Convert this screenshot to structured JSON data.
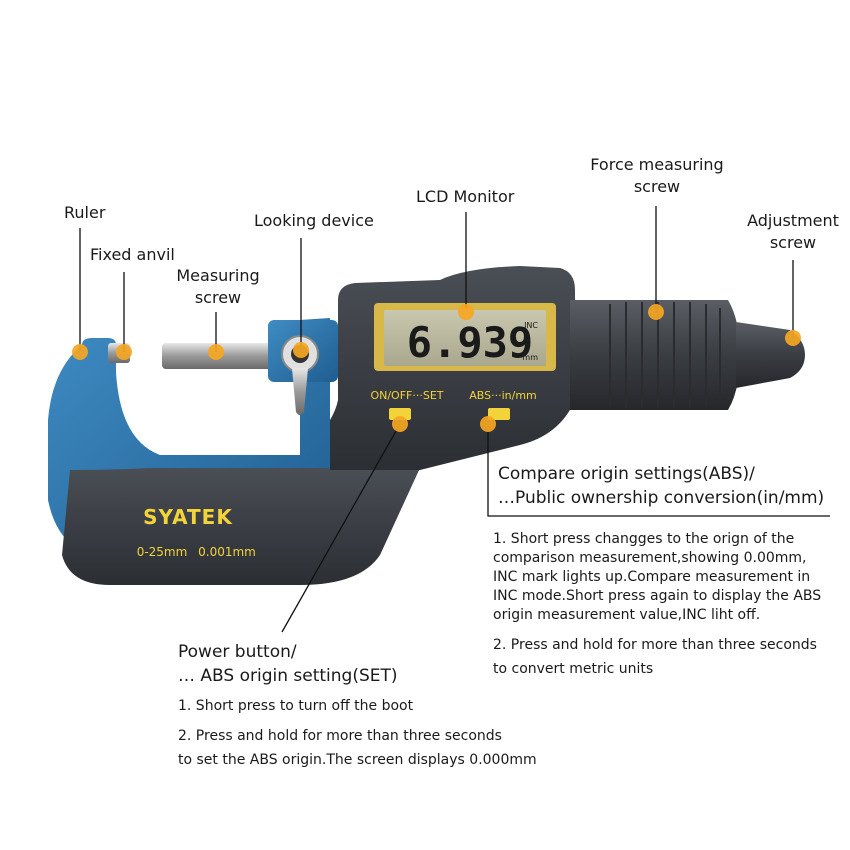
{
  "callouts": {
    "ruler": "Ruler",
    "fixed_anvil": "Fixed anvil",
    "measuring_screw_line1": "Measuring",
    "measuring_screw_line2": "screw",
    "looking_device": "Looking device",
    "lcd_monitor": "LCD Monitor",
    "force_screw_line1": "Force measuring",
    "force_screw_line2": "screw",
    "adjustment_screw_line1": "Adjustment",
    "adjustment_screw_line2": "screw"
  },
  "device": {
    "brand": "SYATEK",
    "range": "0-25mm",
    "resolution": "0.001mm",
    "display_value": "6.939",
    "display_mode": "INC",
    "display_unit": "mm",
    "button_onoff": "ON/OFF···SET",
    "button_abs": "ABS···in/mm"
  },
  "abs_section": {
    "title_line1": "Compare origin settings(ABS)/",
    "title_line2": "…Public ownership conversion(in/mm)",
    "note1_lines": [
      "1. Short press changges to the orign of the",
      "comparison measurement,showing 0.00mm,",
      "INC mark lights up.Compare measurement in",
      "INC mode.Short press again to display the ABS",
      "origin measurement value,INC liht off."
    ],
    "note2_lines": [
      "2. Press and hold for more than three seconds",
      "to convert metric units"
    ]
  },
  "power_section": {
    "title_line1": "Power button/",
    "title_line2": "… ABS origin setting(SET)",
    "note1": "1. Short press to turn off the boot",
    "note2_lines": [
      "2. Press and hold for more than three seconds",
      "to set the ABS origin.The screen displays 0.000mm"
    ]
  },
  "colors": {
    "marker": "#f5a623",
    "frame_blue": "#2e74a8",
    "body_dark": "#3a3d42",
    "lcd_gold": "#d9b84a",
    "button_yellow": "#f2d43a"
  }
}
